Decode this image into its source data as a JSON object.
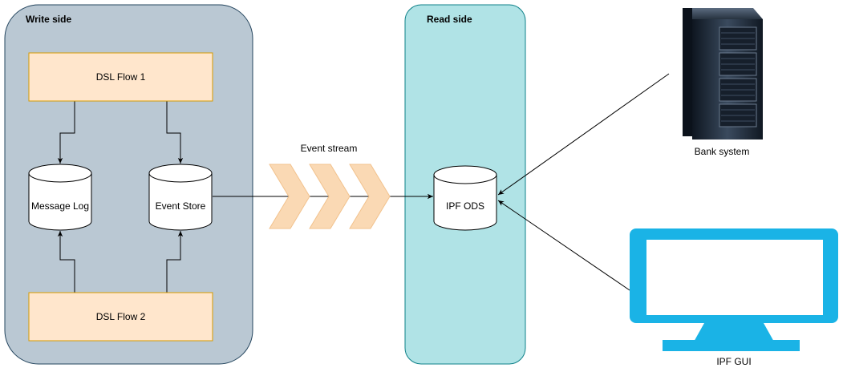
{
  "swimlanes": {
    "write_side": {
      "title": "Write side"
    },
    "read_side": {
      "title": "Read side"
    }
  },
  "processes": {
    "dsl_flow_1": "DSL Flow 1",
    "dsl_flow_2": "DSL Flow 2"
  },
  "stores": {
    "message_log": "Message Log",
    "event_store": "Event Store",
    "ipf_ods": "IPF ODS"
  },
  "stream": {
    "label": "Event stream"
  },
  "external": {
    "bank_system": "Bank system",
    "ipf_gui": "IPF GUI"
  },
  "colors": {
    "write_fill": "#bac8d3",
    "write_stroke": "#23445d",
    "read_fill": "#b0e3e6",
    "read_stroke": "#0e8088",
    "flow_fill": "#ffe6cc",
    "flow_stroke": "#d79b00",
    "chevron_fill": "#fad9b4",
    "chevron_stroke": "#f2c28d",
    "monitor": "#1ab3e6",
    "server": "#1d2a3a"
  }
}
